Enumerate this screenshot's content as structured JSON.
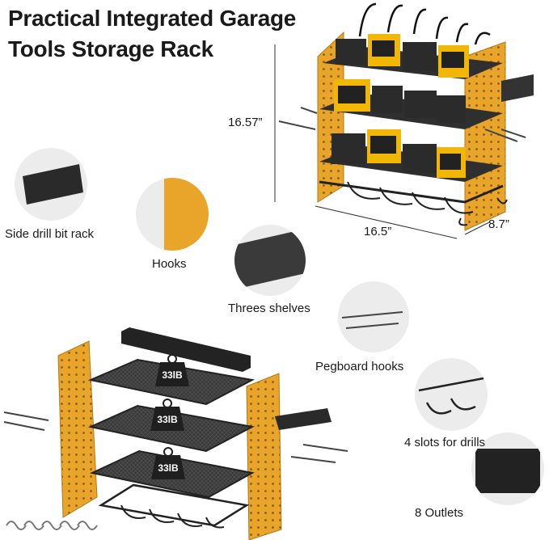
{
  "title_line1": "Practical Integrated Garage",
  "title_line2": "Tools Storage Rack",
  "dimensions": {
    "height": "16.57”",
    "width": "16.5”",
    "depth": "8.7”"
  },
  "features": {
    "side_drill_bit_rack": "Side drill bit rack",
    "hooks": "Hooks",
    "shelves": "Threes shelves",
    "pegboard_hooks": "Pegboard hooks",
    "slots": "4 slots for drills",
    "outlets": "8 Outlets"
  },
  "shelf_weights": [
    "33lB",
    "33lB",
    "33lB"
  ],
  "colors": {
    "pegboard_orange": "#E8A52A",
    "metal_black": "#2b2b2b",
    "battery_yellow": "#F2B705",
    "circle_bg": "#ececec"
  }
}
